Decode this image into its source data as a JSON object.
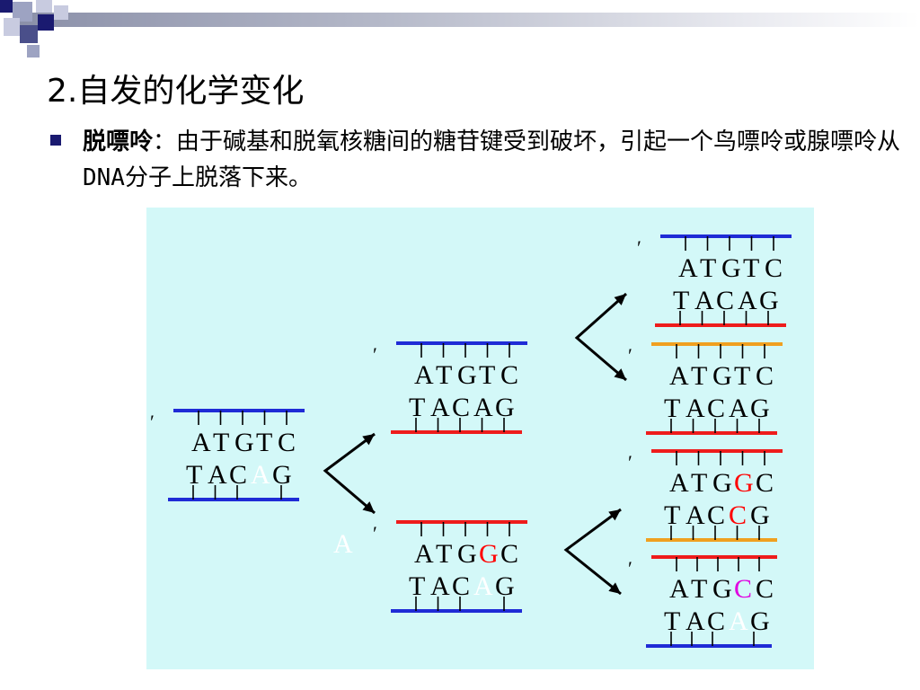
{
  "slide": {
    "title": "2.自发的化学变化",
    "bullet": {
      "term": "脱嘌呤",
      "colon": "：",
      "text": "由于碱基和脱氧核糖间的糖苷键受到破坏，引起一个鸟嘌呤或腺嘌呤从DNA分子上脱落下来。"
    }
  },
  "colors": {
    "blue_strand": "#1f2bd6",
    "red_strand": "#ee1c1c",
    "orange_strand": "#f0a020",
    "mutated_g": "#ff0000",
    "mutated_c": "#e000e0",
    "missing_a": "#ffffff",
    "panel_bg": "#d3f8f8",
    "arrow": "#000000"
  },
  "diagram": {
    "free_base": "A",
    "prime_mark": "′",
    "duplexes": [
      {
        "id": "parent",
        "top": [
          "A",
          "T",
          "G",
          "T",
          "C"
        ],
        "bottom": [
          "T",
          "A",
          "C",
          "A",
          "G"
        ],
        "top_strand": "blue",
        "bottom_strand": "blue",
        "missing_bottom_index": 3
      },
      {
        "id": "gen1-upper",
        "top": [
          "A",
          "T",
          "G",
          "T",
          "C"
        ],
        "bottom": [
          "T",
          "A",
          "C",
          "A",
          "G"
        ],
        "top_strand": "blue",
        "bottom_strand": "red"
      },
      {
        "id": "gen1-lower",
        "top": [
          "A",
          "T",
          "G",
          "G",
          "C"
        ],
        "bottom": [
          "T",
          "A",
          "C",
          "A",
          "G"
        ],
        "top_strand": "red",
        "bottom_strand": "blue",
        "mutated_top_index": 3,
        "missing_bottom_index": 3
      },
      {
        "id": "gen2-a",
        "top": [
          "A",
          "T",
          "G",
          "T",
          "C"
        ],
        "bottom": [
          "T",
          "A",
          "C",
          "A",
          "G"
        ],
        "top_strand": "blue",
        "bottom_strand": "red"
      },
      {
        "id": "gen2-b",
        "top": [
          "A",
          "T",
          "G",
          "T",
          "C"
        ],
        "bottom": [
          "T",
          "A",
          "C",
          "A",
          "G"
        ],
        "top_strand": "orange",
        "bottom_strand": "red"
      },
      {
        "id": "gen2-c",
        "top": [
          "A",
          "T",
          "G",
          "G",
          "C"
        ],
        "bottom": [
          "T",
          "A",
          "C",
          "C",
          "G"
        ],
        "top_strand": "red",
        "bottom_strand": "orange",
        "mutated_top_index": 3,
        "mutated_bottom_index": 3
      },
      {
        "id": "gen2-d",
        "top": [
          "A",
          "T",
          "G",
          "C",
          "C"
        ],
        "bottom": [
          "T",
          "A",
          "C",
          "A",
          "G"
        ],
        "top_strand": "red",
        "bottom_strand": "blue",
        "mutated_top_index": 3,
        "missing_bottom_index": 3
      }
    ]
  }
}
